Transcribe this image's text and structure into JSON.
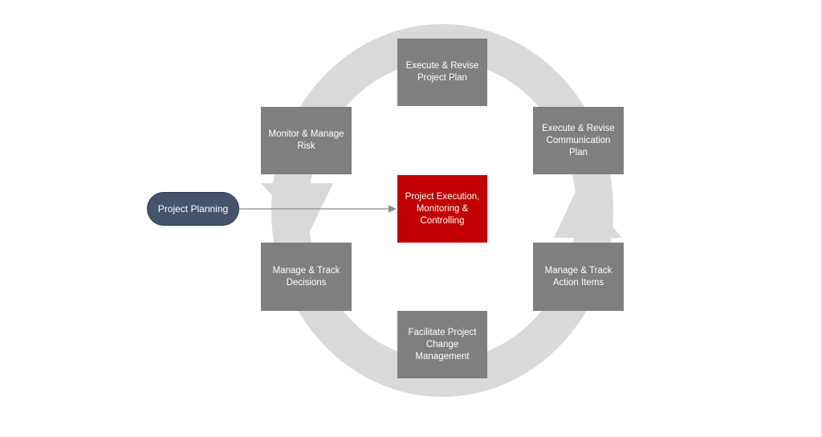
{
  "diagram": {
    "center": {
      "label": "Project Execution,\nMonitoring &\nControlling",
      "color": "#c00000"
    },
    "input": {
      "label": "Project Planning",
      "color": "#44546a"
    },
    "steps": [
      {
        "id": "top",
        "label": "Execute & Revise\nProject Plan"
      },
      {
        "id": "upper-right",
        "label": "Execute & Revise\nCommunication Plan"
      },
      {
        "id": "lower-right",
        "label": "Manage & Track\nAction Items"
      },
      {
        "id": "bottom",
        "label": "Facilitate Project\nChange\nManagement"
      },
      {
        "id": "lower-left",
        "label": "Manage & Track\nDecisions"
      },
      {
        "id": "upper-left",
        "label": "Monitor & Manage\nRisk"
      }
    ],
    "colors": {
      "box": "#7f7f7f",
      "cycle": "#d9d9d9",
      "connector": "#8c8c8c"
    }
  }
}
